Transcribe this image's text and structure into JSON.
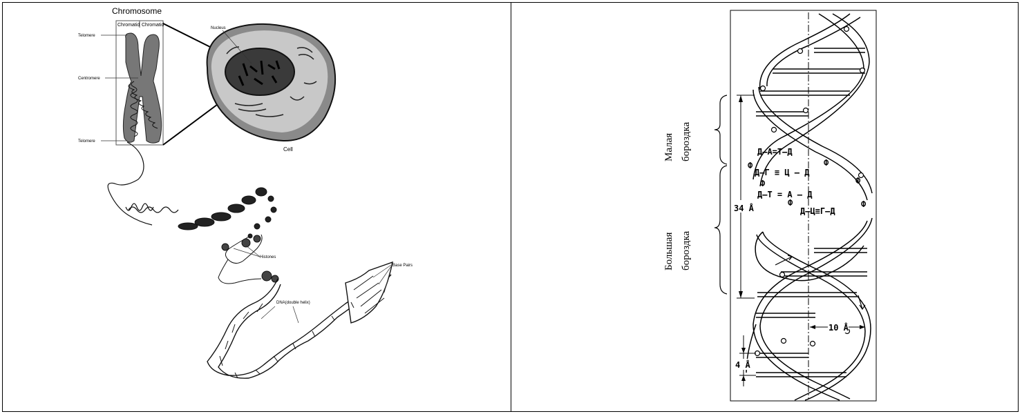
{
  "left_diagram": {
    "title": "Chromosome",
    "chromatid_left": "Chromatid",
    "chromatid_right": "Chromatid",
    "telomere_top": "Telomere",
    "centromere": "Centromere",
    "telomere_bottom": "Telomere",
    "nucleus": "Nucleus",
    "cell": "Cell",
    "histones": "Histones",
    "base_pairs": "Base Pairs",
    "dna": "DNA(double helix)"
  },
  "right_diagram": {
    "minor_groove_line1": "Малая",
    "minor_groove_line2": "бороздка",
    "major_groove_line1": "Большая",
    "major_groove_line2": "бороздка",
    "pitch": "34 Å",
    "width": "10 Å",
    "rise": "4 Å",
    "pairs": [
      "Д—А=Т—Д",
      "Д—Г ≡ Ц — Д",
      "Д—Т = А — Д",
      "Д—Ц≡Г—Д"
    ],
    "phosphate": "Ф"
  }
}
